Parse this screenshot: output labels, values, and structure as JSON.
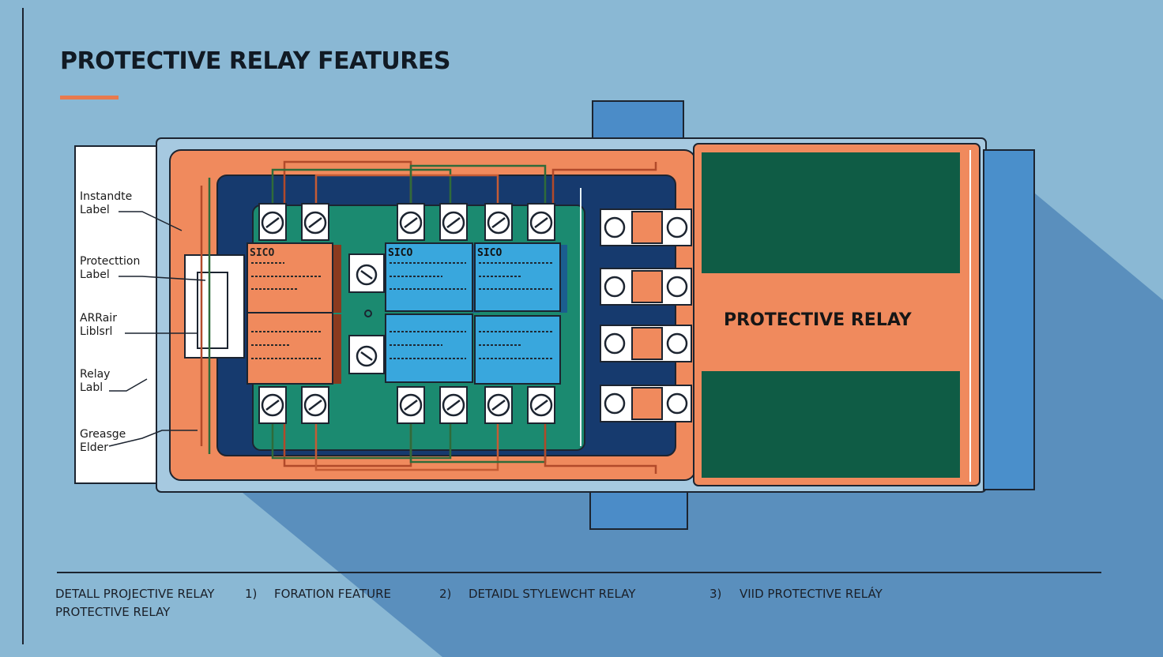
{
  "title": "PROTECTIVE RELAY FEATURES",
  "colors": {
    "background": "#8ab8d4",
    "accent_orange": "#e87a4e",
    "module_orange": "#f08a5d",
    "module_blue": "#39a7dd",
    "board_green": "#1b8a70",
    "panel_dark_green": "#0f5c45"
  },
  "callouts": [
    "Instandte\nLabel",
    "Protecttion\nLabel",
    "ARRair\nLiblsrl",
    "Relay\nLabl",
    "Greasge\nElder"
  ],
  "relay_banner": "PROTECTIVE RELAY",
  "module_code": "SICO",
  "footer": {
    "items": [
      "DETALL PROJECTIVE RELAY",
      "1)",
      "FORATION FEATURE",
      "2)",
      "DETAIDL STYLEWCHT RELAY",
      "3)",
      "VIID PROTECTIVE RELÁY"
    ],
    "line2": "PROTECTIVE RELAY"
  }
}
